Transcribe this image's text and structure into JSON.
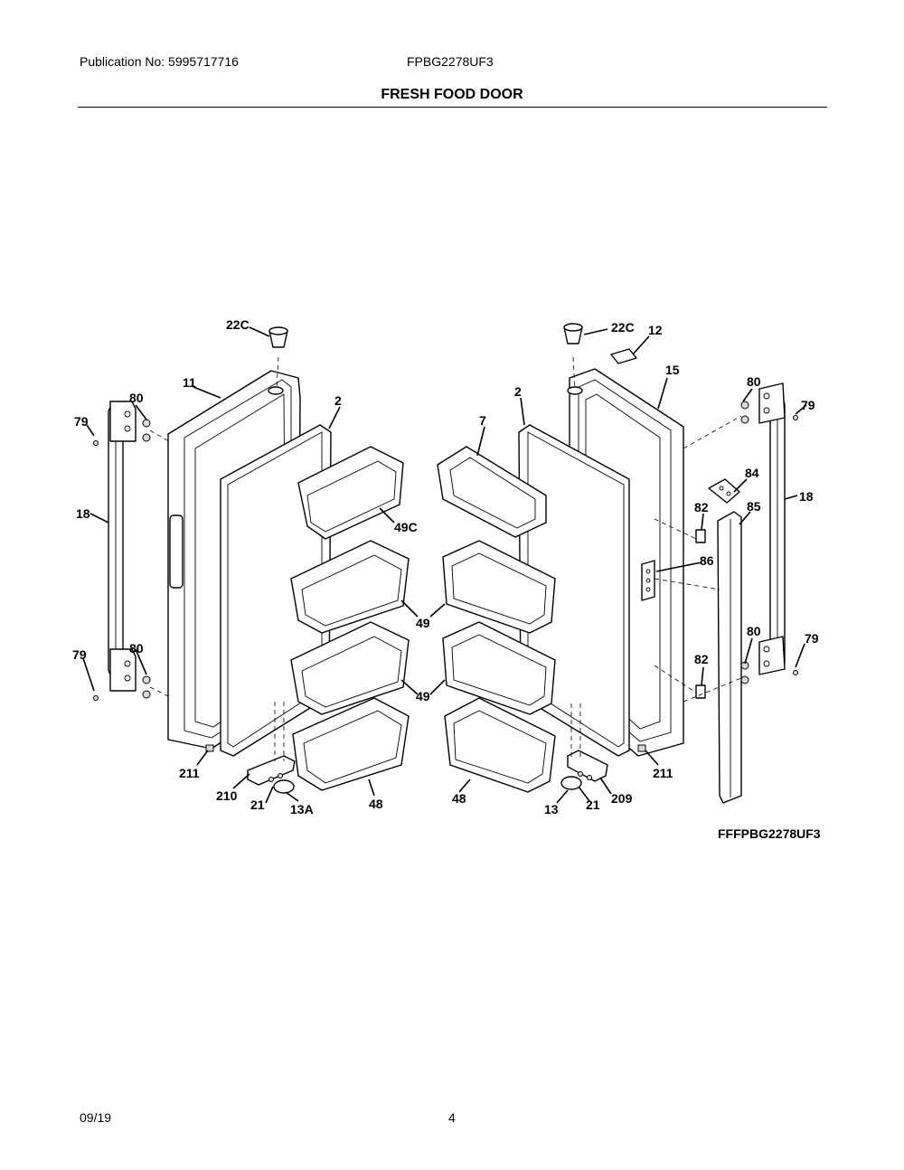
{
  "header": {
    "publication": "Publication No:  5995717716",
    "model": "FPBG2278UF3",
    "section_title": "FRESH FOOD DOOR"
  },
  "diagram": {
    "code": "FFFPBG2278UF3",
    "callouts": {
      "c22c_left": "22C",
      "c22c_right": "22C",
      "c12": "12",
      "c11": "11",
      "c15": "15",
      "c2_left": "2",
      "c2_right": "2",
      "c7": "7",
      "c80_tl": "80",
      "c80_tr": "80",
      "c79_tl": "79",
      "c79_tr": "79",
      "c18_left": "18",
      "c18_right": "18",
      "c49c": "49C",
      "c84": "84",
      "c82_top": "82",
      "c85": "85",
      "c86": "86",
      "c49_a": "49",
      "c49_b": "49",
      "c79_bl": "79",
      "c80_bl": "80",
      "c80_br": "80",
      "c79_br": "79",
      "c82_bot": "82",
      "c211_left": "211",
      "c211_right": "211",
      "c210": "210",
      "c21_left": "21",
      "c13a": "13A",
      "c48_left": "48",
      "c48_right": "48",
      "c13": "13",
      "c21_right": "21",
      "c209": "209"
    }
  },
  "footer": {
    "date": "09/19",
    "page": "4"
  }
}
